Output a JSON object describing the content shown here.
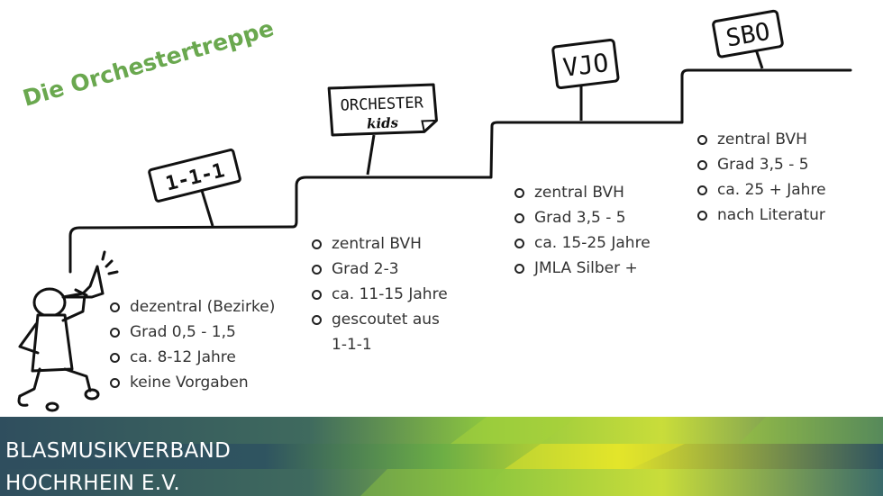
{
  "title": "Die Orchestertreppe",
  "steps": [
    {
      "sign": "1-1-1",
      "items": [
        "dezentral (Bezirke)",
        "Grad 0,5 - 1,5",
        "ca. 8-12 Jahre",
        "keine Vorgaben"
      ]
    },
    {
      "sign": "ORCHESTER",
      "sign_sub": "kids",
      "items": [
        "zentral BVH",
        "Grad 2-3",
        "ca. 11-15 Jahre",
        "gescoutet aus",
        "1-1-1"
      ],
      "bullets": [
        true,
        true,
        true,
        true,
        false
      ]
    },
    {
      "sign": "VJO",
      "items": [
        "zentral BVH",
        "Grad 3,5 - 5",
        "ca. 15-25 Jahre",
        "JMLA Silber +"
      ]
    },
    {
      "sign": "SBO",
      "items": [
        "zentral BVH",
        "Grad 3,5 - 5",
        "ca. 25 + Jahre",
        "nach Literatur"
      ]
    }
  ],
  "footer": {
    "line1": "BLASMUSIKVERBAND",
    "line2": "HOCHRHEIN E.V."
  },
  "colors": {
    "title_green": "#6aa84f",
    "footer_dark": "#2f4e5e",
    "footer_green": "#8dc63f",
    "footer_yellow": "#e3e52a"
  }
}
